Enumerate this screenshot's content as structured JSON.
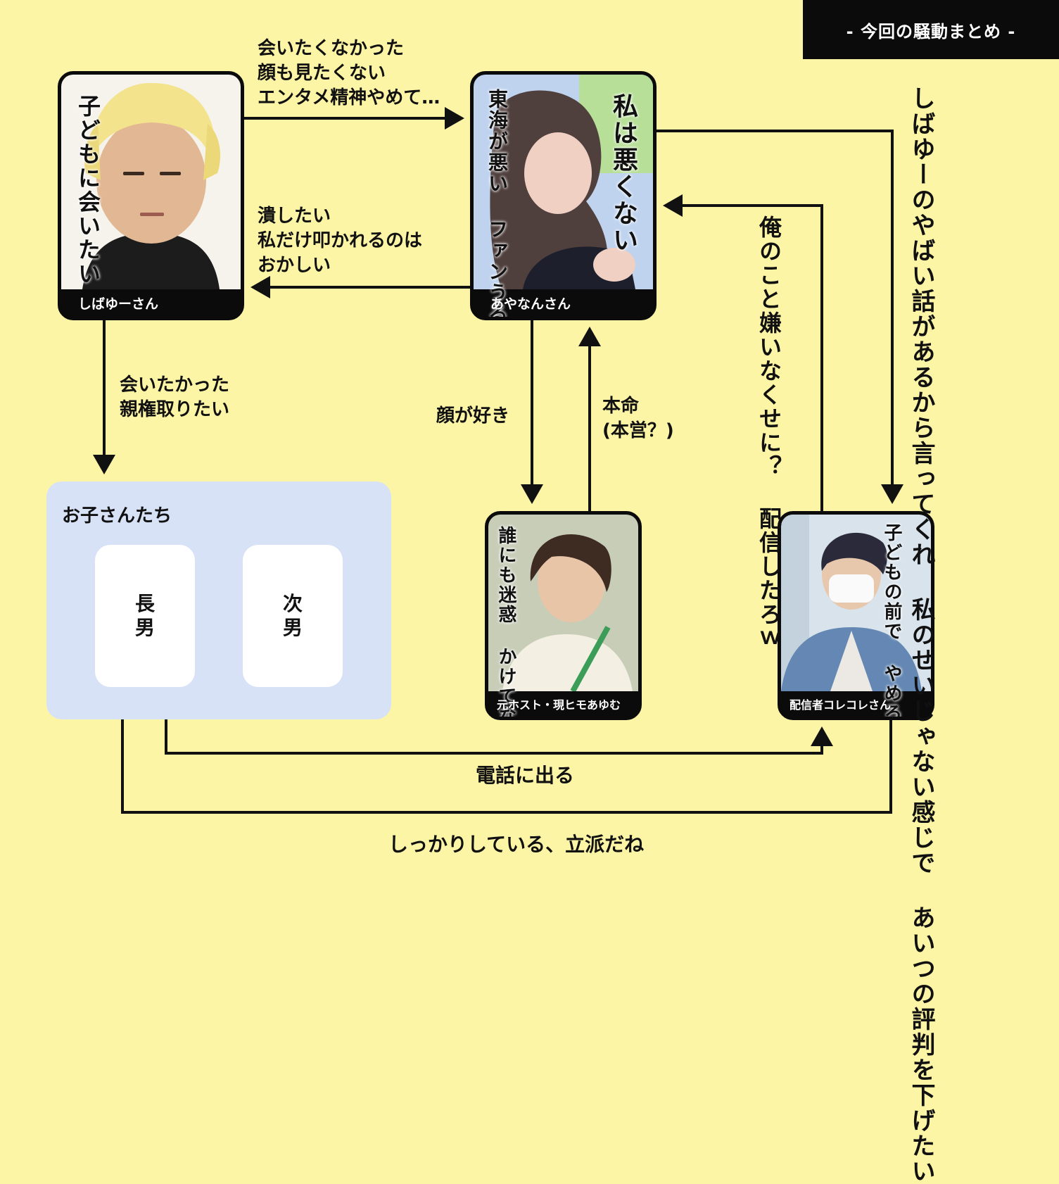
{
  "header": {
    "title": "-  今回の騒動まとめ  -"
  },
  "nodes": {
    "shibayu": {
      "name": "しばゆーさん",
      "thought": "子どもに会いたい"
    },
    "ayanan": {
      "name": "あやなんさん",
      "thought_right": "私は悪くない",
      "thought_left": "東海が悪い\nファンうるせぇよ"
    },
    "ayumu": {
      "name": "元ホスト・現ヒモあゆむ",
      "thought": "誰にも迷惑\nかけてなくね？"
    },
    "korekore": {
      "name": "配信者コレコレさん",
      "thought": "子どもの前で\nやめろよ"
    },
    "children": {
      "title": "お子さんたち",
      "eldest": "長\n男",
      "second": "次\n男"
    }
  },
  "labels": {
    "shibayu_to_ayanan": "会いたくなかった\n顔も見たくない\nエンタメ精神やめて…",
    "ayanan_to_shibayu": "潰したい\n私だけ叩かれるのは\nおかしい",
    "shibayu_to_children": "会いたかった\n親権取りたい",
    "ayanan_to_ayumu": "顔が好き",
    "ayumu_to_ayanan": "本命\n(本営？)",
    "korekore_to_ayanan": "俺のこと嫌いなくせに？\n配信したろｗ",
    "ayanan_to_korekore": "しばゆーのやばい話があるから言ってくれ\n私のせいじゃない感じで\nあいつの評判を下げたい",
    "eldest_to_korekore": "電話に出る",
    "korekore_to_eldest": "しっかりしている、立派だね"
  }
}
